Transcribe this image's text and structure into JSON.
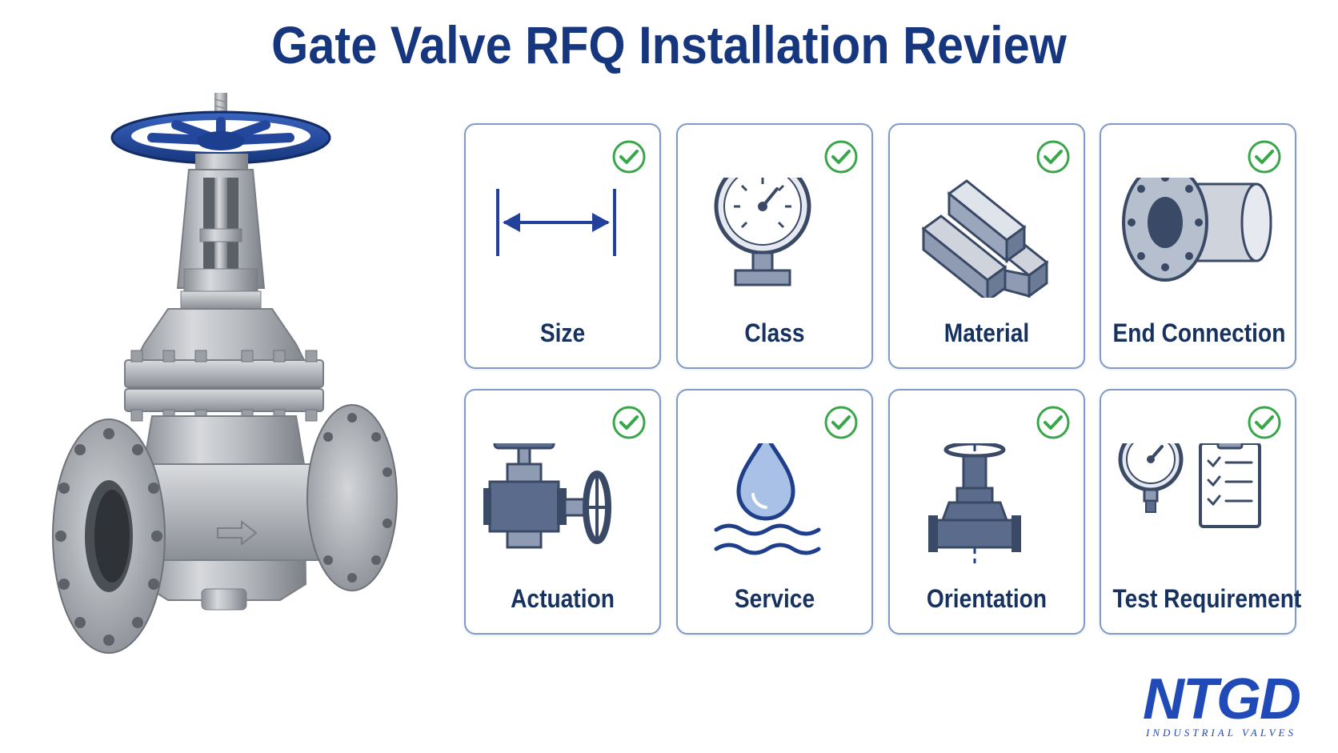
{
  "title": "Gate Valve RFQ Installation Review",
  "cards": [
    {
      "label": "Size",
      "icon": "size-arrow-icon",
      "checked": true
    },
    {
      "label": "Class",
      "icon": "pressure-gauge-icon",
      "checked": true
    },
    {
      "label": "Material",
      "icon": "metal-bars-icon",
      "checked": true
    },
    {
      "label": "End Connection",
      "icon": "flange-icon",
      "checked": true
    },
    {
      "label": "Actuation",
      "icon": "handwheel-actuator-icon",
      "checked": true
    },
    {
      "label": "Service",
      "icon": "water-drop-icon",
      "checked": true
    },
    {
      "label": "Orientation",
      "icon": "valve-orientation-icon",
      "checked": true
    },
    {
      "label": "Test Requirement",
      "icon": "gauge-checklist-icon",
      "checked": true
    }
  ],
  "logo": {
    "name": "NTGD",
    "tagline": "INDUSTRIAL VALVES"
  },
  "colors": {
    "title": "#16367e",
    "card_border": "#7f9bc6",
    "check": "#3aa64a",
    "icon_stroke": "#3a4a66",
    "icon_fill": "#5a6b8c",
    "logo": "#1f4ab8",
    "handwheel": "#23479c"
  }
}
